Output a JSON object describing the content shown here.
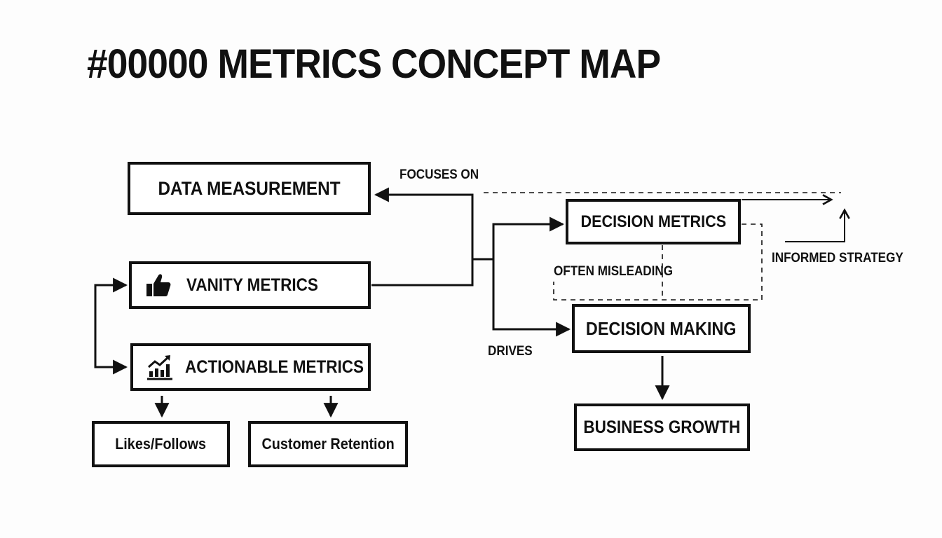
{
  "title": "#00000 METRICS CONCEPT MAP",
  "nodes": {
    "data_measurement": "DATA MEASUREMENT",
    "vanity_metrics": "VANITY METRICS",
    "actionable_metrics": "ACTIONABLE METRICS",
    "likes_follows": "Likes/Follows",
    "customer_retention": "Customer Retention",
    "decision_metrics": "DECISION METRICS",
    "decision_making": "DECISION MAKING",
    "business_growth": "BUSINESS GROWTH"
  },
  "edge_labels": {
    "focuses_on": "FOCUSES ON",
    "often_misleading": "OFTEN MISLEADING",
    "informed_strategy": "INFORMED STRATEGY",
    "drives": "DRIVES"
  },
  "icons": {
    "vanity": "thumbs-up-icon",
    "actionable": "rising-chart-icon"
  },
  "colors": {
    "ink": "#111111",
    "background": "#fdfdfd"
  }
}
